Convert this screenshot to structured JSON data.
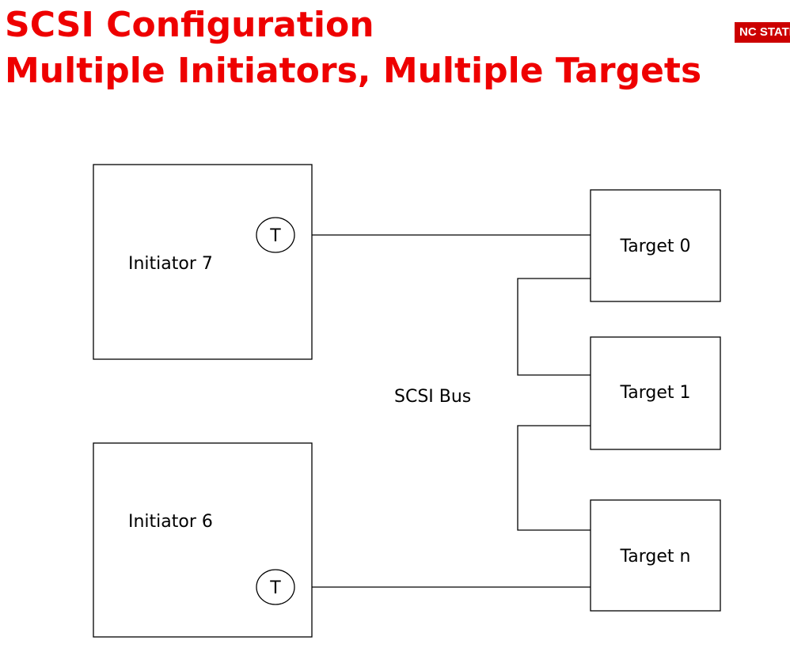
{
  "title": {
    "line1": "SCSI Configuration",
    "line2": "Multiple Initiators, Multiple Targets"
  },
  "logo": {
    "text": "NC STATE"
  },
  "diagram": {
    "initiators": [
      {
        "label": "Initiator 7",
        "terminator": "T"
      },
      {
        "label": "Initiator 6",
        "terminator": "T"
      }
    ],
    "targets": [
      {
        "label": "Target 0"
      },
      {
        "label": "Target 1"
      },
      {
        "label": "Target n"
      }
    ],
    "bus_label": "SCSI Bus"
  },
  "colors": {
    "title": "#ee0000",
    "logo_background": "#cc0000",
    "logo_text": "#ffffff",
    "lines": "#000000"
  }
}
